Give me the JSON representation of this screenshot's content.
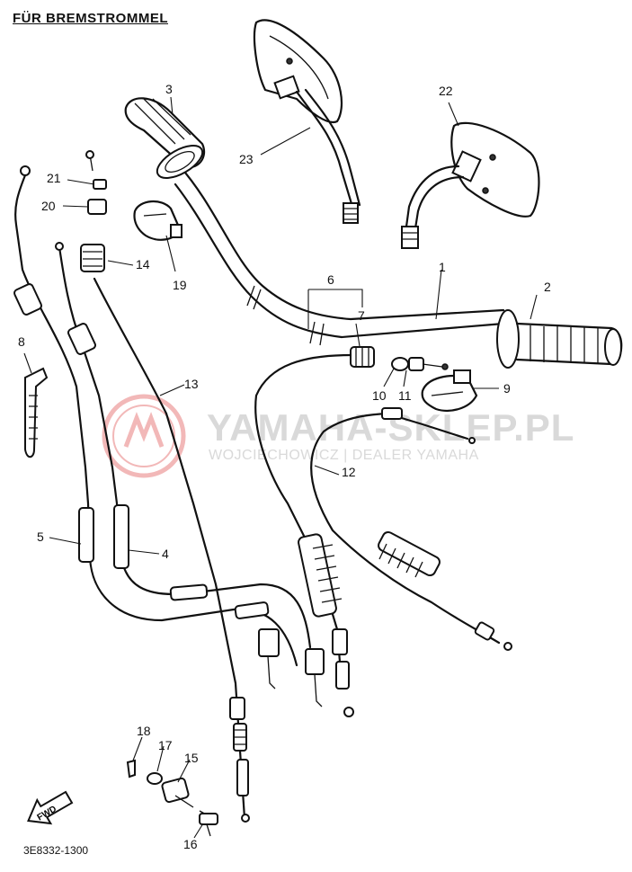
{
  "header": {
    "title": "FÜR BREMSTROMMEL"
  },
  "footer": {
    "code": "3E8332-1300"
  },
  "watermark": {
    "brand": "YAMAHA-SKLEP.PL",
    "tagline": "WOJCIECHOWICZ | DEALER YAMAHA"
  },
  "fwd_label": "FWD",
  "callouts": {
    "c1": "1",
    "c2": "2",
    "c3": "3",
    "c4": "4",
    "c5": "5",
    "c6": "6",
    "c7": "7",
    "c8": "8",
    "c9": "9",
    "c10": "10",
    "c11": "11",
    "c12": "12",
    "c13": "13",
    "c14": "14",
    "c15": "15",
    "c16": "16",
    "c17": "17",
    "c18": "18",
    "c19": "19",
    "c20": "20",
    "c21": "21",
    "c22": "22",
    "c23": "23"
  },
  "colors": {
    "ink": "#111111",
    "watermark_logo": "#f2b8b8",
    "watermark_text": "#d9d9d9"
  }
}
